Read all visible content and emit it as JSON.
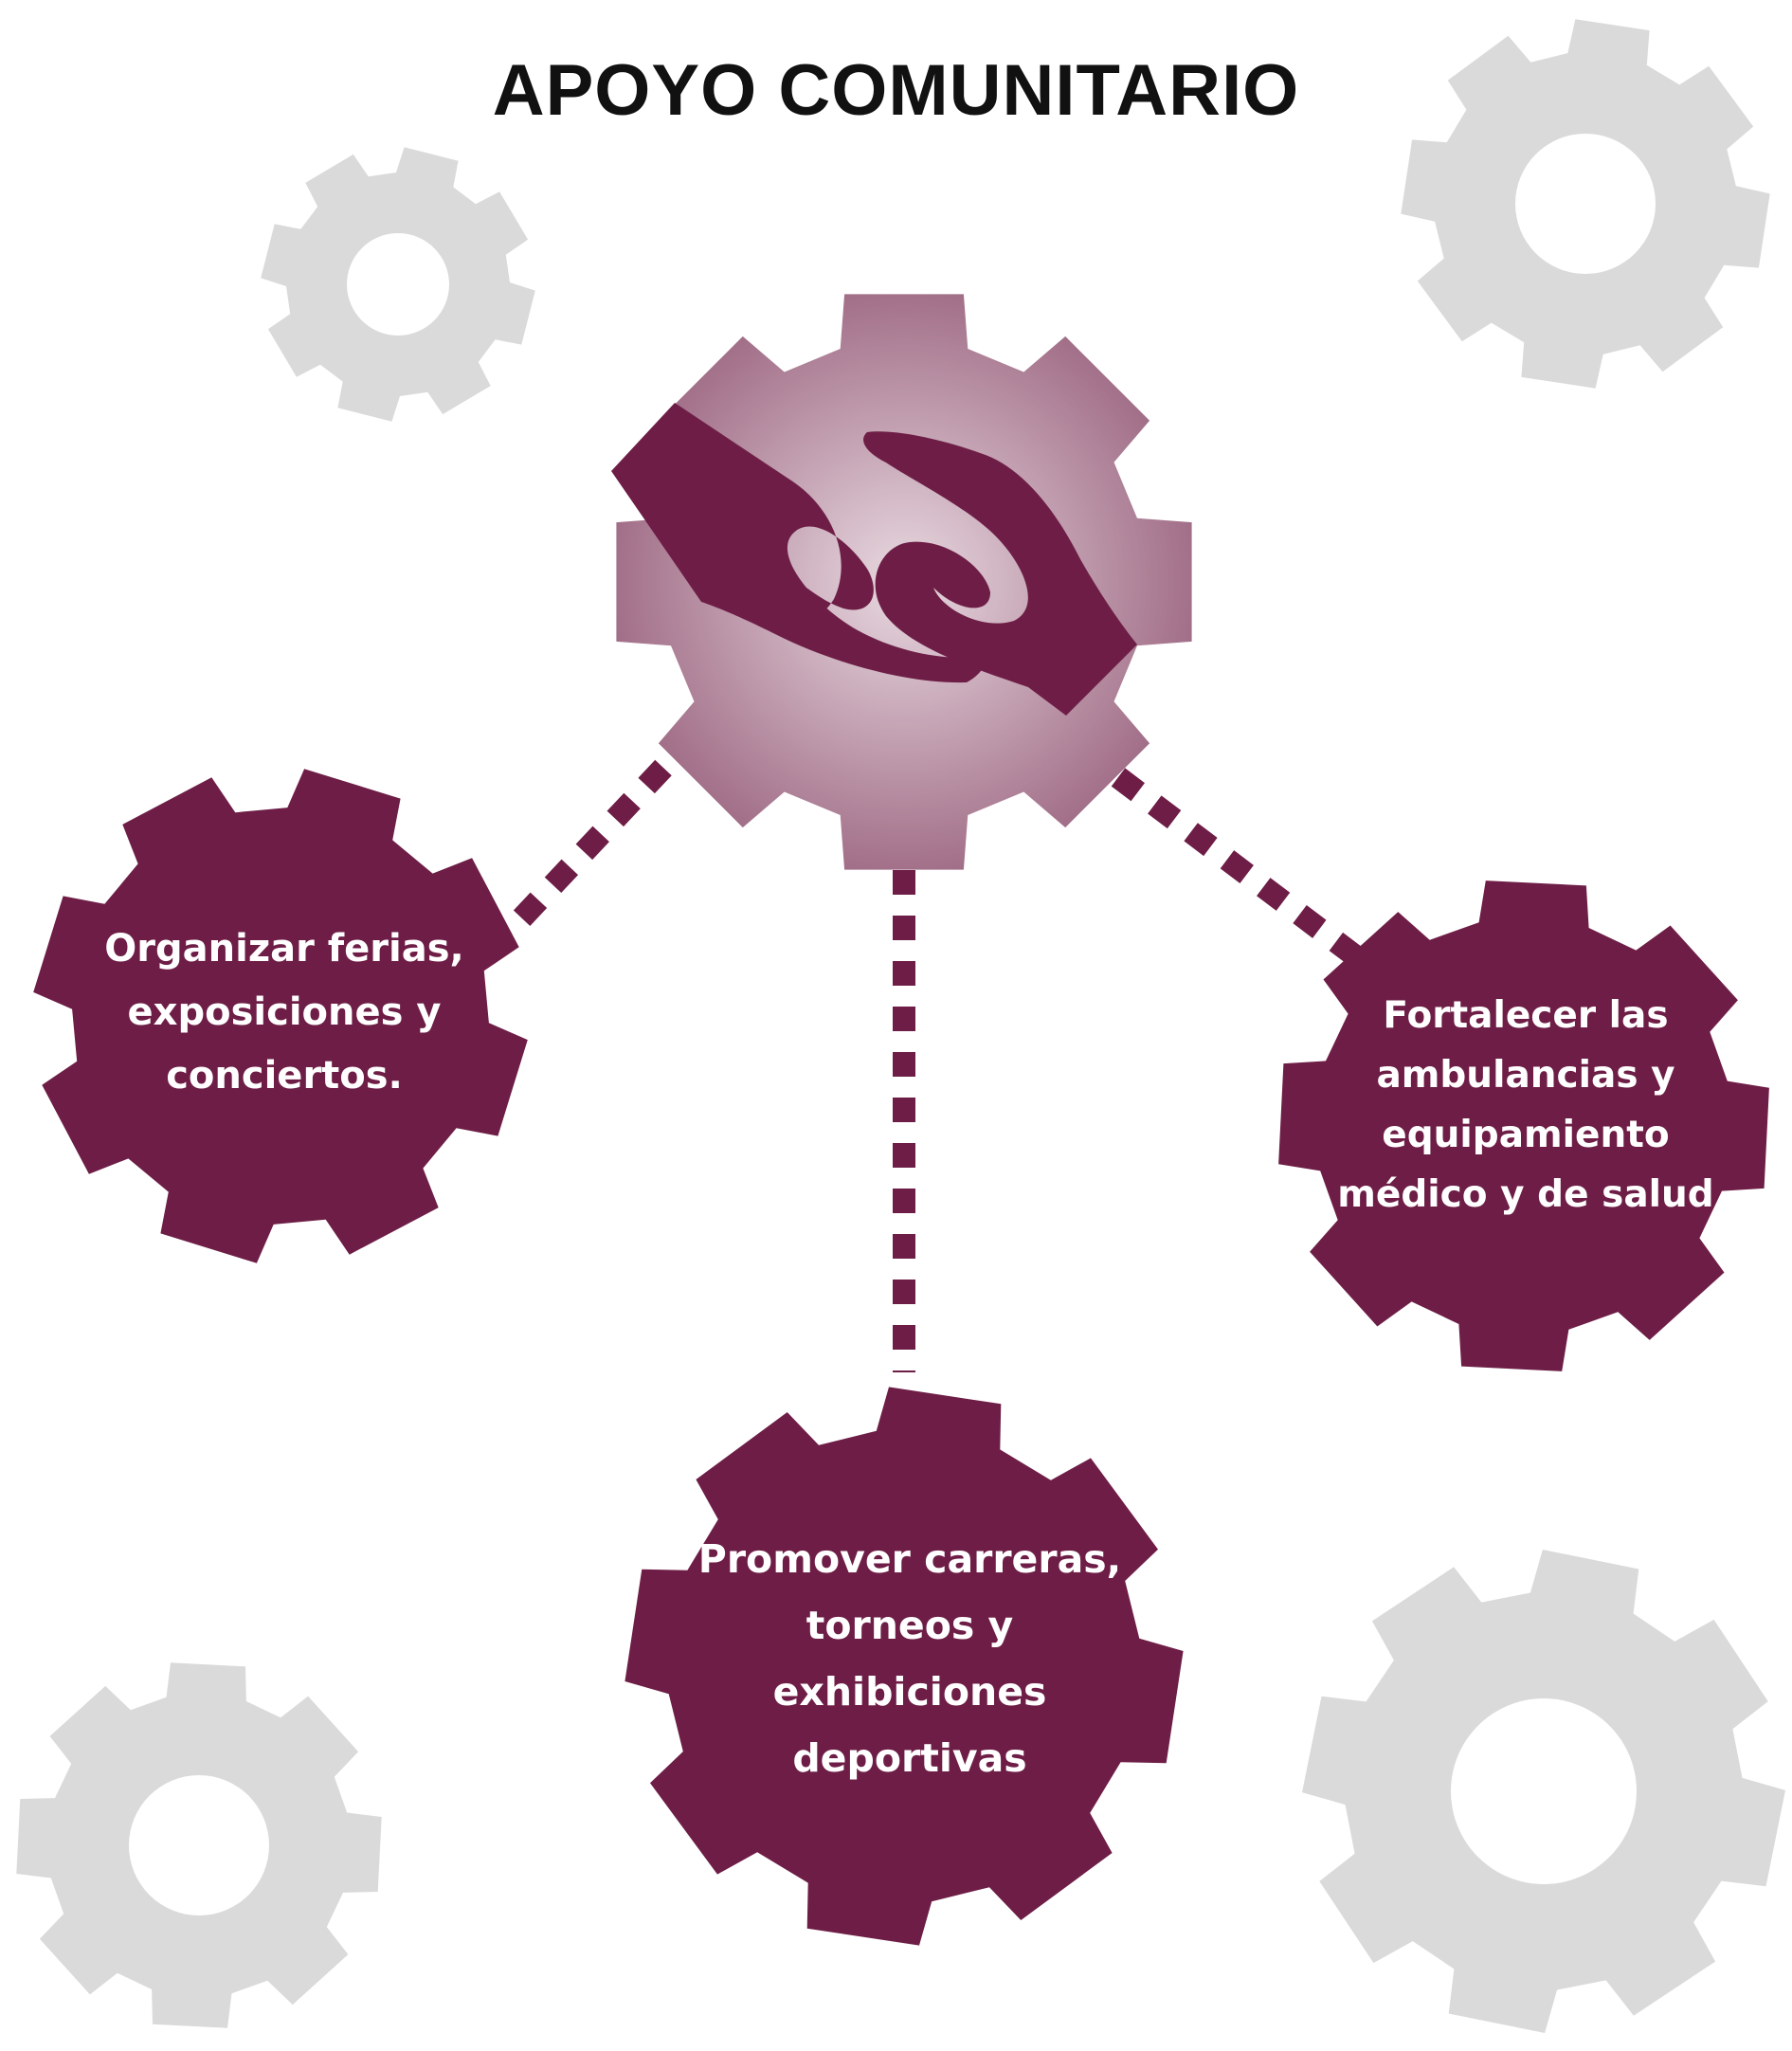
{
  "title": "APOYO COMUNITARIO",
  "colors": {
    "primary": "#6e1e46",
    "gear_center_light": "#e8d9e0",
    "gear_center_dark": "#9c6681",
    "background_gear": "#dadada",
    "connector": "#6e1e46",
    "title_text": "#111111",
    "node_text": "#ffffff"
  },
  "center": {
    "icon": "helping-hands-icon"
  },
  "nodes": [
    {
      "id": "left",
      "lines": [
        "Organizar ferias,",
        "exposiciones y",
        "conciertos."
      ]
    },
    {
      "id": "right",
      "lines": [
        "Fortalecer las",
        "ambulancias y",
        "equipamiento",
        "médico y de salud"
      ]
    },
    {
      "id": "bottom",
      "lines": [
        "Promover carreras,",
        "torneos y",
        "exhibiciones",
        "deportivas"
      ]
    }
  ]
}
